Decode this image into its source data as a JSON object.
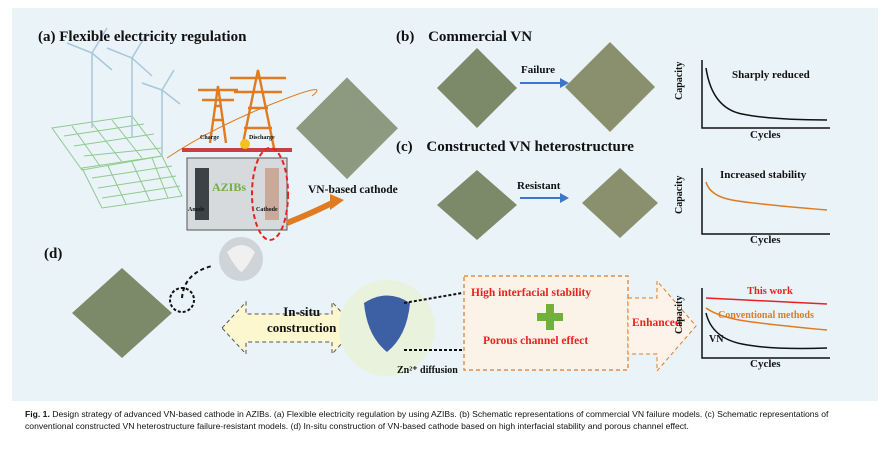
{
  "panels": {
    "a": {
      "label": "(a)",
      "title": "Flexible electricity regulation",
      "charge": "Charge",
      "discharge": "Discharge",
      "battery": "AZIBs",
      "anode": "Anode",
      "cathode": "Cathode",
      "cathode_label": "VN-based cathode"
    },
    "b": {
      "label": "(b)",
      "title": "Commercial VN",
      "arrow_label": "Failure",
      "annotation": "Sharply reduced",
      "xlabel": "Cycles",
      "ylabel": "Capacity"
    },
    "c": {
      "label": "(c)",
      "title": "Constructed VN heterostructure",
      "arrow_label": "Resistant",
      "annotation": "Increased stability",
      "xlabel": "Cycles",
      "ylabel": "Capacity"
    },
    "d": {
      "label": "(d)",
      "insitu_line1": "In-situ",
      "insitu_line2": "construction",
      "effect1": "High interfacial stability",
      "effect2": "Porous channel effect",
      "enhanced": "Enhanced",
      "zn": "Zn²⁺ diffusion",
      "legend_this": "This work",
      "legend_conv": "Conventional methods",
      "legend_vn": "VN",
      "xlabel": "Cycles",
      "ylabel": "Capacity"
    }
  },
  "caption": {
    "lead": "Fig. 1.",
    "text": "Design strategy of advanced VN-based cathode in AZIBs. (a) Flexible electricity regulation by using AZIBs. (b) Schematic representations of commercial VN failure models. (c) Schematic representations of conventional constructed VN heterostructure failure-resistant models. (d) In-situ construction of VN-based cathode based on high interfacial stability and porous channel effect."
  },
  "colors": {
    "red": "#e8231f",
    "orange": "#e07b22",
    "green": "#6fb13b",
    "blue_arrow": "#3f76c8",
    "cluster": "#7d8a6a"
  }
}
